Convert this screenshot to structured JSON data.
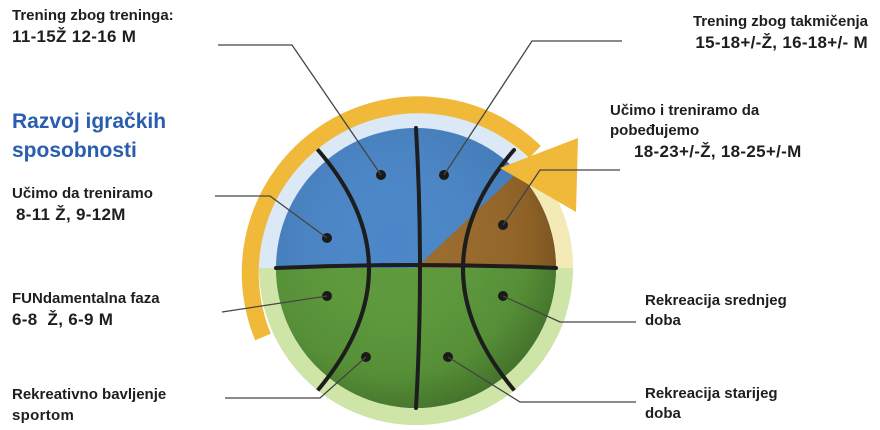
{
  "title": {
    "line1": "Razvoj igračkih",
    "line2": "sposobnosti"
  },
  "labels": {
    "top_left": {
      "line1": "Trening zbog treninga:",
      "line2": "11-15Ž 12-16 M"
    },
    "mid_left": {
      "line1": "Učimo da treniramo",
      "line2": "8-11 Ž, 9-12M"
    },
    "low_left": {
      "line1": "FUNdamentalna faza",
      "line2": "6-8  Ž, 6-9 M"
    },
    "bottom_left": {
      "line1": "Rekreativno bavljenje",
      "line2": "sportom"
    },
    "top_right": {
      "line1": "Trening zbog takmičenja",
      "line2": "15-18+/-Ž, 16-18+/- M"
    },
    "mid_right": {
      "line1": "Učimo i treniramo da",
      "line2": "pobeđujemo",
      "line3": "18-23+/-Ž, 18-25+/-M"
    },
    "low_right": {
      "line1": "Rekreacija srednjeg",
      "line2": "doba"
    },
    "bottom_right": {
      "line1": "Rekreacija starijeg",
      "line2": "doba"
    }
  },
  "colors": {
    "blue": "#4a86c8",
    "green": "#5c9a3a",
    "brown": "#9a6a2a",
    "light_green": "#cfe5a8",
    "cream": "#f3eab5",
    "arrow": "#f1b93a",
    "seam": "#1d1d1d",
    "line": "#444444"
  },
  "icons": {
    "arrow": "curved-progression-arrow",
    "ball": "basketball"
  }
}
